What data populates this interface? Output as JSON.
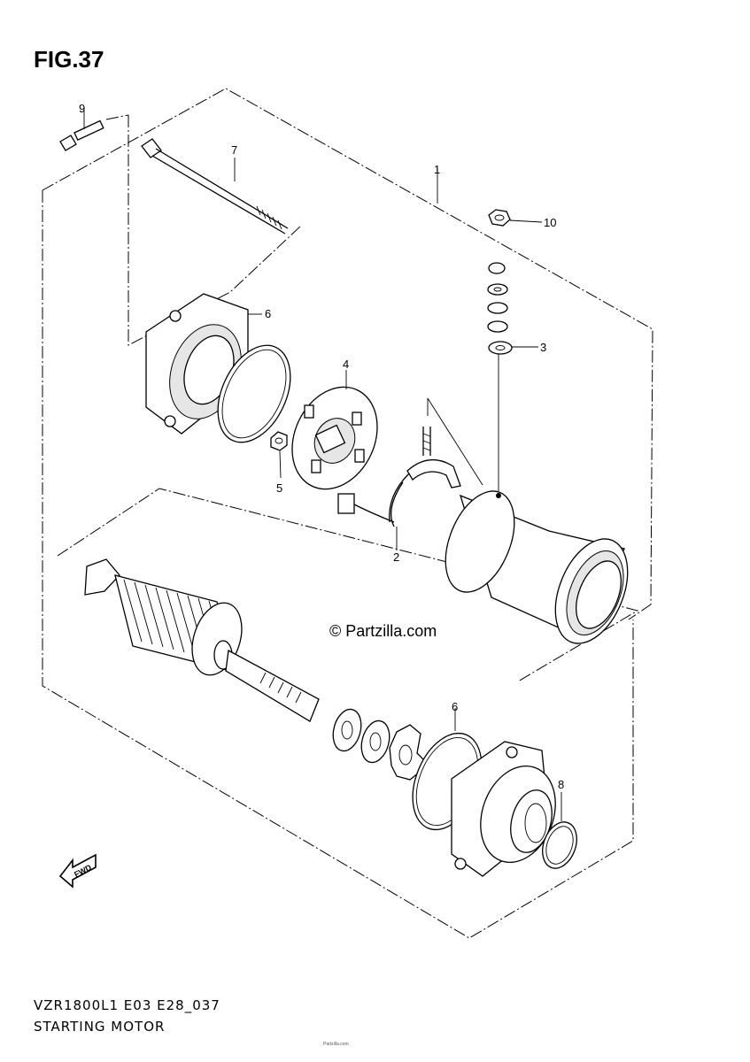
{
  "figure": {
    "title": "FIG.37"
  },
  "watermark": "© Partzilla.com",
  "fwd_label": "FWD",
  "callouts": [
    {
      "id": "c9",
      "label": "9"
    },
    {
      "id": "c7",
      "label": "7"
    },
    {
      "id": "c1",
      "label": "1"
    },
    {
      "id": "c10",
      "label": "10"
    },
    {
      "id": "c6a",
      "label": "6"
    },
    {
      "id": "c3",
      "label": "3"
    },
    {
      "id": "c4",
      "label": "4"
    },
    {
      "id": "c5",
      "label": "5"
    },
    {
      "id": "c2",
      "label": "2"
    },
    {
      "id": "c6b",
      "label": "6"
    },
    {
      "id": "c8",
      "label": "8"
    }
  ],
  "footer": {
    "model_code": "VZR1800L1 E03 E28_037",
    "section_name": "STARTING MOTOR",
    "small_print": "Partzilla.com"
  }
}
